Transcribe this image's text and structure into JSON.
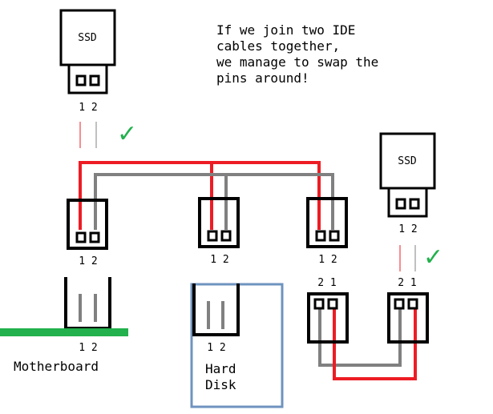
{
  "note": {
    "lines": [
      "If we join two IDE",
      "cables together,",
      "we manage to swap the",
      "pins around!"
    ]
  },
  "ssd_label": "SSD",
  "pins": {
    "normal": "1 2",
    "swapped": "2 1"
  },
  "check_mark": "✓",
  "labels": {
    "motherboard": "Motherboard",
    "hard_disk_line1": "Hard",
    "hard_disk_line2": "Disk"
  },
  "colors": {
    "pin1_wire": "#ed1c24",
    "pin2_wire": "#808080",
    "check": "#22b14c",
    "motherboard_board": "#22b14c",
    "hard_disk_outline": "#6f93bf",
    "outline": "#000000"
  }
}
